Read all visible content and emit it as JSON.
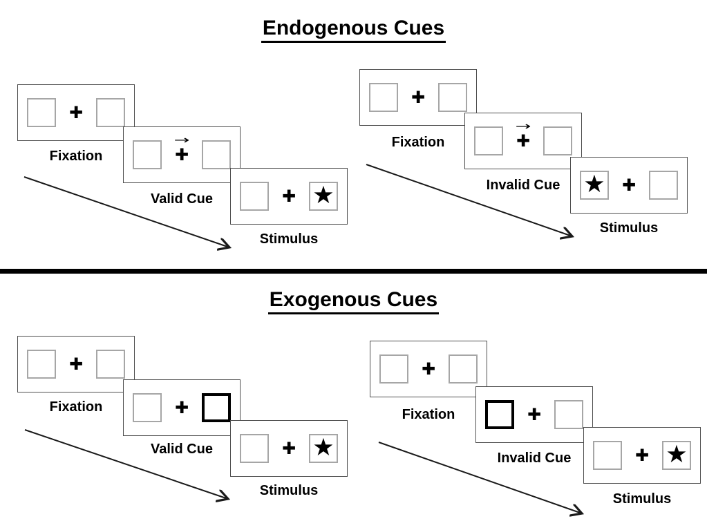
{
  "titles": {
    "endogenous": "Endogenous Cues",
    "exogenous": "Exogenous Cues"
  },
  "glyphs": {
    "plus": "✚",
    "star": "★",
    "cue_arrow": "→"
  },
  "colors": {
    "ink": "#000000",
    "panel_border": "#4d4d4d",
    "placeholder_box_border": "#a6a6a6",
    "cue_box_border": "#000000",
    "background": "#ffffff"
  },
  "groups": [
    {
      "section": "endogenous",
      "type": "valid-trial",
      "panels": [
        {
          "label": "Fixation",
          "cue": "none",
          "star_position": "none"
        },
        {
          "label": "Valid Cue",
          "cue": "central-arrow-right",
          "star_position": "none"
        },
        {
          "label": "Stimulus",
          "cue": "none",
          "star_position": "right"
        }
      ]
    },
    {
      "section": "endogenous",
      "type": "invalid-trial",
      "panels": [
        {
          "label": "Fixation",
          "cue": "none",
          "star_position": "none"
        },
        {
          "label": "Invalid Cue",
          "cue": "central-arrow-right",
          "star_position": "none"
        },
        {
          "label": "Stimulus",
          "cue": "none",
          "star_position": "left"
        }
      ]
    },
    {
      "section": "exogenous",
      "type": "valid-trial",
      "panels": [
        {
          "label": "Fixation",
          "cue": "none",
          "star_position": "none"
        },
        {
          "label": "Valid Cue",
          "cue": "peripheral-box-right",
          "star_position": "none"
        },
        {
          "label": "Stimulus",
          "cue": "none",
          "star_position": "right"
        }
      ]
    },
    {
      "section": "exogenous",
      "type": "invalid-trial",
      "panels": [
        {
          "label": "Fixation",
          "cue": "none",
          "star_position": "none"
        },
        {
          "label": "Invalid Cue",
          "cue": "peripheral-box-left",
          "star_position": "none"
        },
        {
          "label": "Stimulus",
          "cue": "none",
          "star_position": "right"
        }
      ]
    }
  ]
}
